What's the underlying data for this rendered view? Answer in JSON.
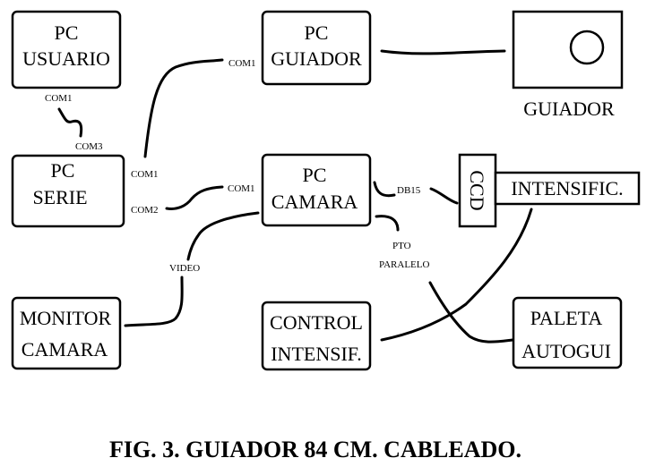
{
  "boxes": {
    "pc_usuario": [
      "PC",
      "USUARIO"
    ],
    "pc_guiador": [
      "PC",
      "GUIADOR"
    ],
    "pc_serie": [
      "PC",
      "SERIE"
    ],
    "pc_camara": [
      "PC",
      "CAMARA"
    ],
    "ccd": "CCD",
    "intensific": "INTENSIFIC.",
    "monitor_camara": [
      "MONITOR",
      "CAMARA"
    ],
    "control_intensif": [
      "CONTROL",
      "INTENSIF."
    ],
    "paleta_autogui": [
      "PALETA",
      "AUTOGUI"
    ]
  },
  "guiador_label": "GUIADOR",
  "connection_labels": {
    "usuario_com1": "COM1",
    "serie_com3": "COM3",
    "serie_com1": "COM1",
    "guiador_com1": "COM1",
    "serie_com2": "COM2",
    "camara_com1": "COM1",
    "db15": "DB15",
    "video": "VIDEO",
    "pto": "PTO",
    "paralelo": "PARALELO"
  },
  "caption": "FIG. 3. GUIADOR 84 CM. CABLEADO."
}
